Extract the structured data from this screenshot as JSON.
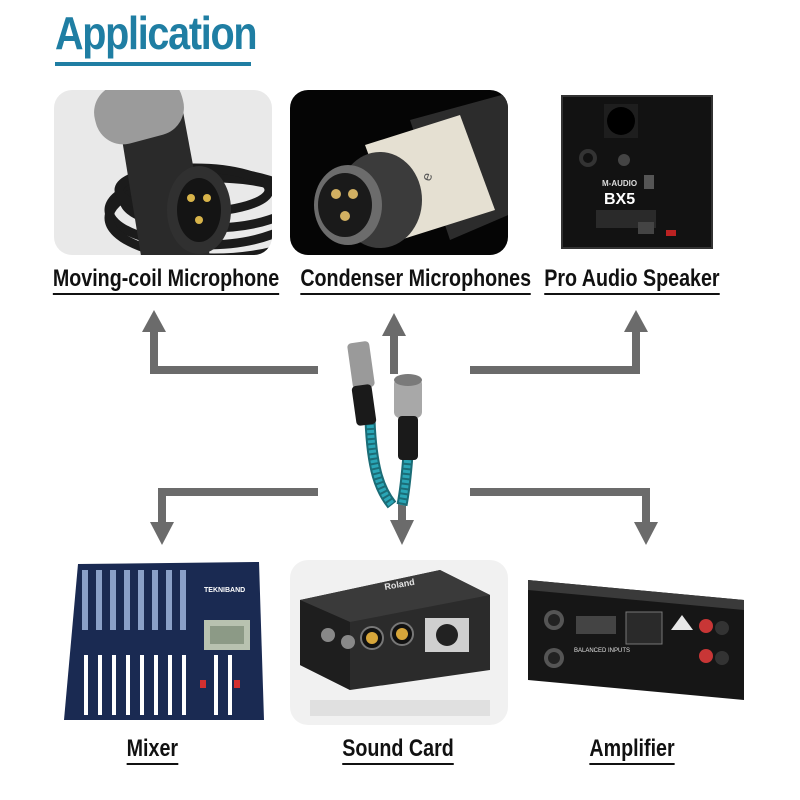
{
  "title": "Application",
  "devices": [
    {
      "id": "moving-coil-microphone",
      "label": "Moving-coil Microphone"
    },
    {
      "id": "condenser-microphones",
      "label": "Condenser Microphones"
    },
    {
      "id": "pro-audio-speaker",
      "label": "Pro Audio Speaker"
    },
    {
      "id": "mixer",
      "label": "Mixer"
    },
    {
      "id": "sound-card",
      "label": "Sound Card"
    },
    {
      "id": "amplifier",
      "label": "Amplifier"
    }
  ],
  "product_text": {
    "speaker_brand": "M-AUDIO",
    "speaker_model": "BX5",
    "mixer_brand": "TEKNIBAND",
    "sound_card_brand": "Roland",
    "amp_jack_label": "BALANCED INPUTS"
  },
  "colors": {
    "title": "#1f7ea3",
    "arrow": "#6b6b6b",
    "label": "#111111",
    "cable_braid": "#2aa6b6"
  },
  "icons": [
    "arrow-up-icon",
    "arrow-down-icon",
    "xlr-cable-icon"
  ]
}
